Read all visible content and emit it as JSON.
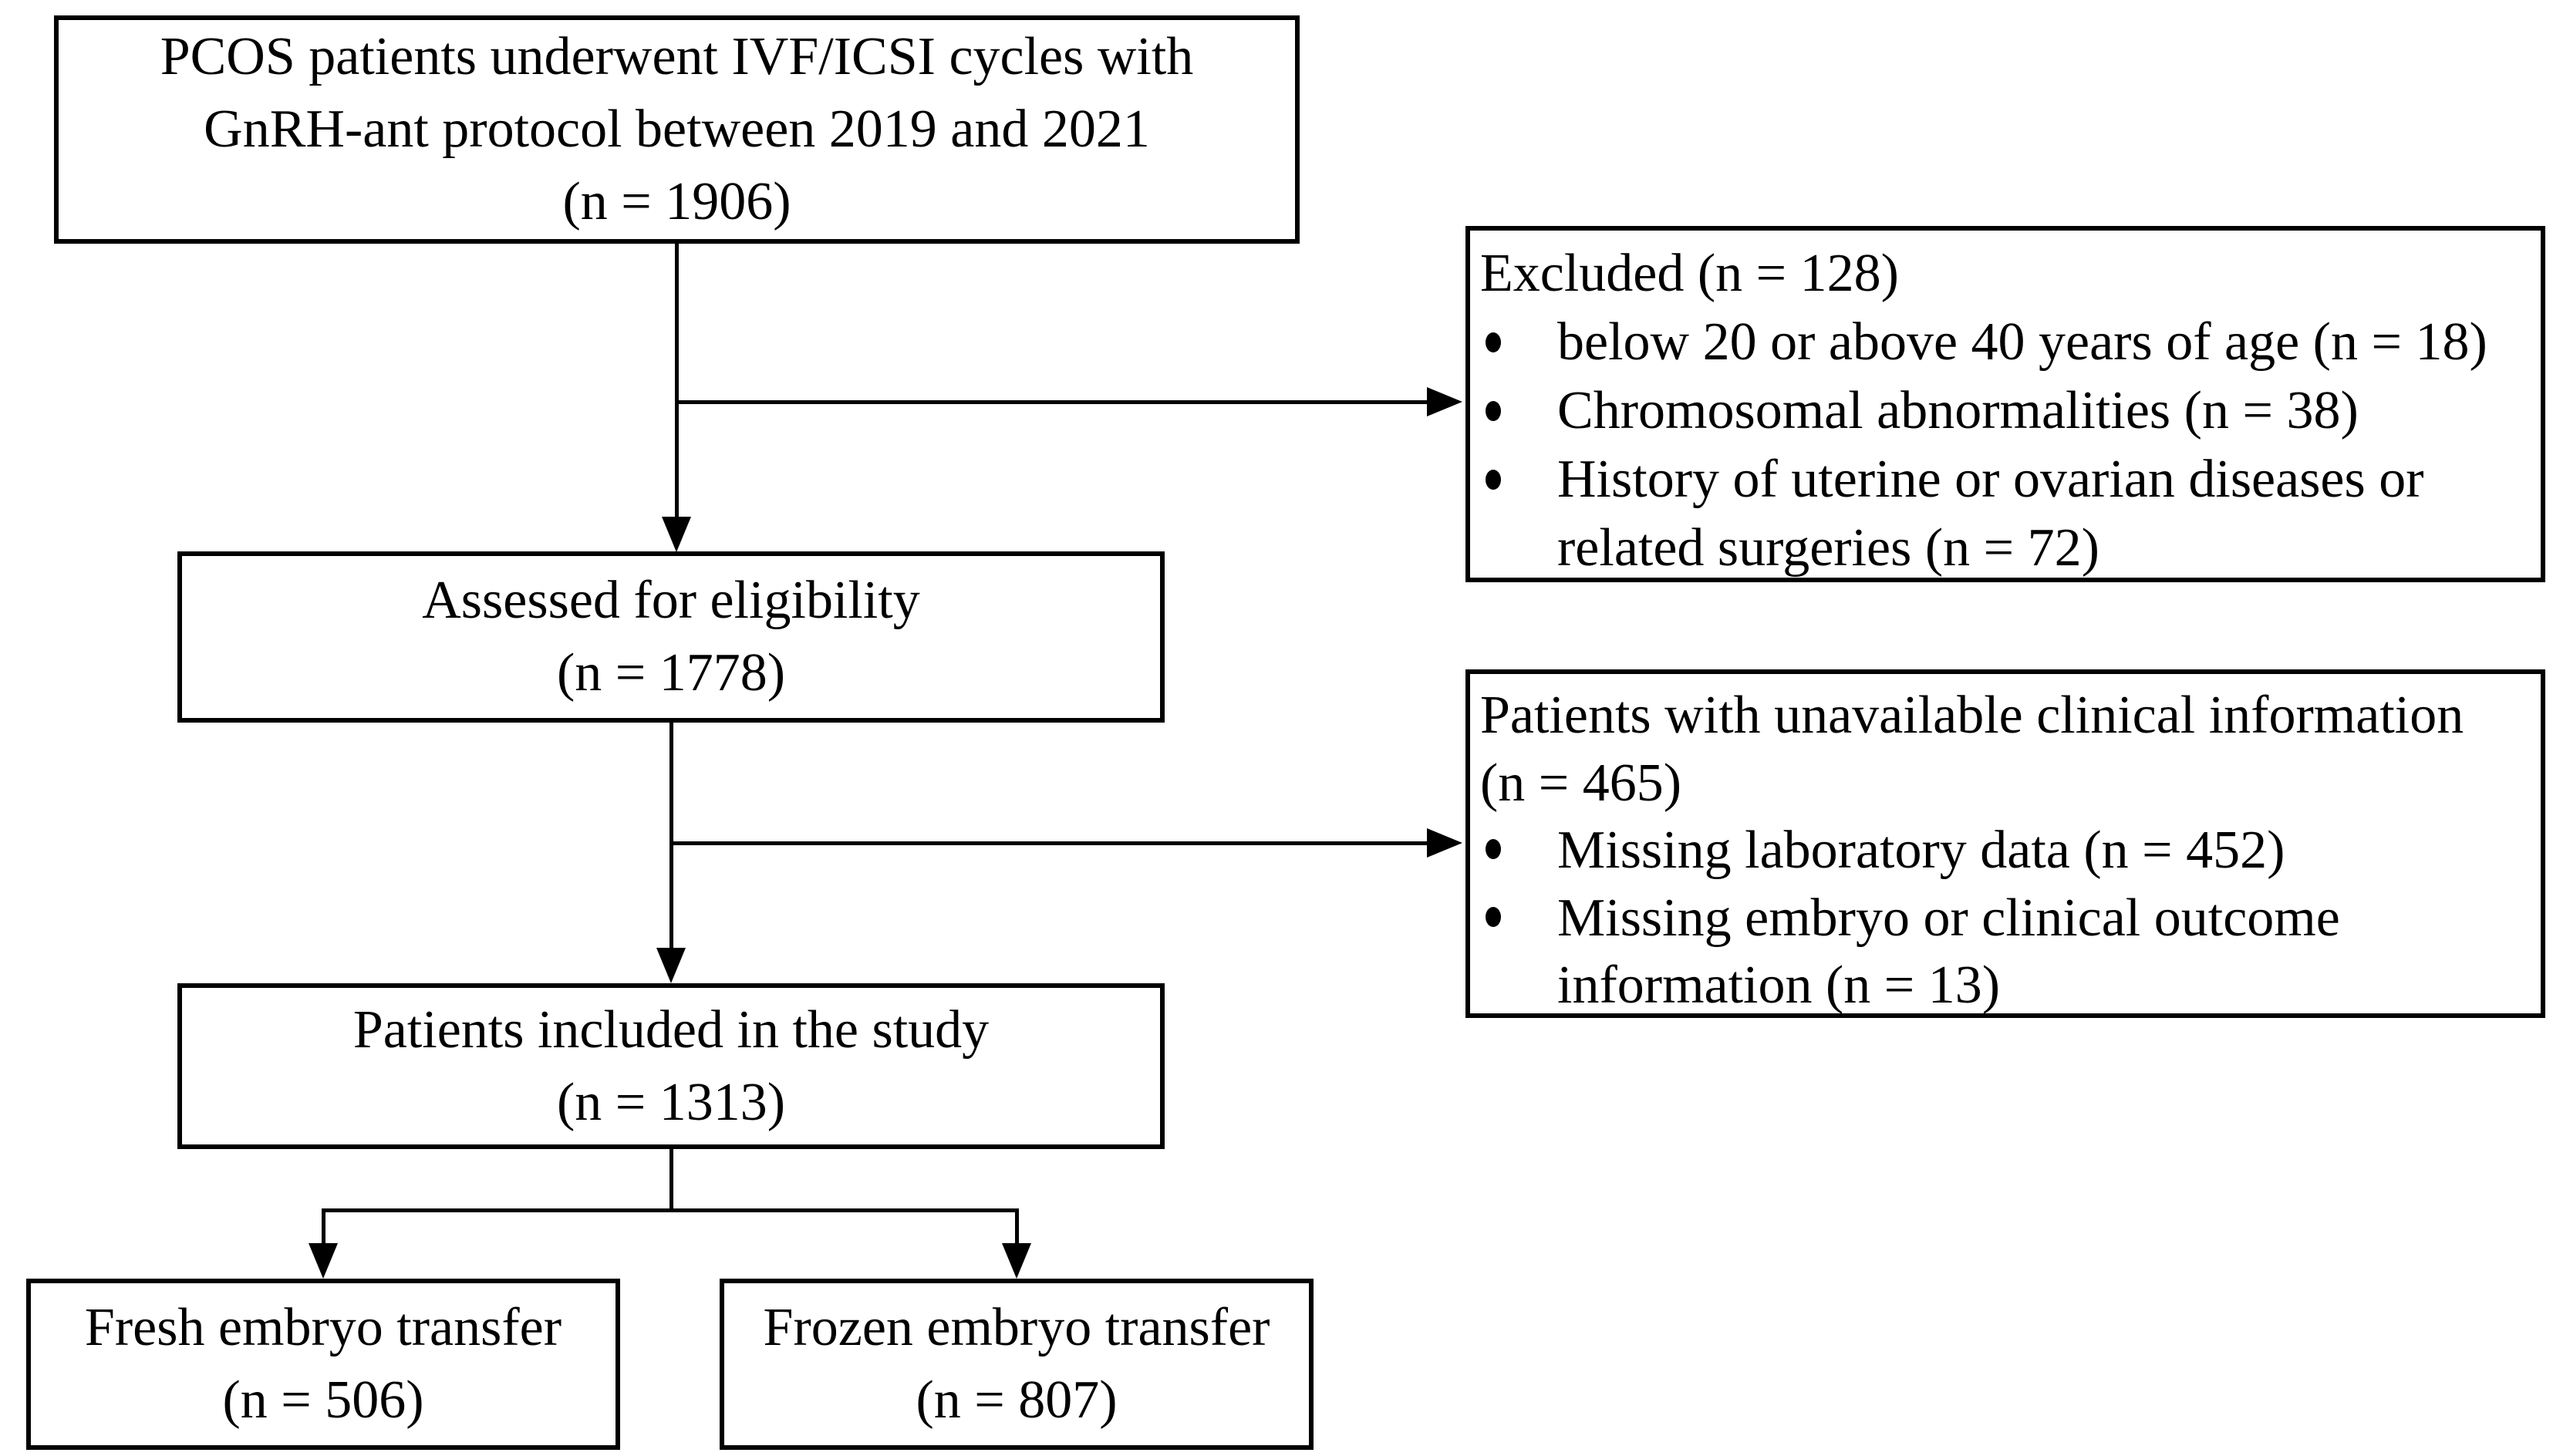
{
  "figure": {
    "type": "patient-flow-diagram",
    "background_color": "#ffffff",
    "line_color": "#000000",
    "text_color": "#000000",
    "boxes": {
      "enrollment": {
        "line1": "PCOS patients underwent IVF/ICSI cycles with",
        "line2": "GnRH-ant protocol between 2019 and 2021",
        "line3": "(n = 1906)"
      },
      "excluded": {
        "title": "Excluded (n = 128)",
        "bullets": [
          "below 20 or above 40 years of age (n = 18)",
          "Chromosomal abnormalities (n = 38)",
          "History of uterine or ovarian diseases or related surgeries (n = 72)"
        ]
      },
      "assessed": {
        "line1": "Assessed for eligibility",
        "line2": "(n = 1778)"
      },
      "unavailable": {
        "title_line1": "Patients with unavailable clinical information",
        "title_line2": "(n = 465)",
        "bullets": [
          "Missing laboratory data (n = 452)",
          "Missing embryo or clinical outcome information (n = 13)"
        ]
      },
      "included": {
        "line1": "Patients included in the study",
        "line2": "(n = 1313)"
      },
      "fresh": {
        "line1": "Fresh embryo transfer",
        "line2": "(n = 506)"
      },
      "frozen": {
        "line1": "Frozen embryo transfer",
        "line2": "(n = 807)"
      }
    }
  }
}
